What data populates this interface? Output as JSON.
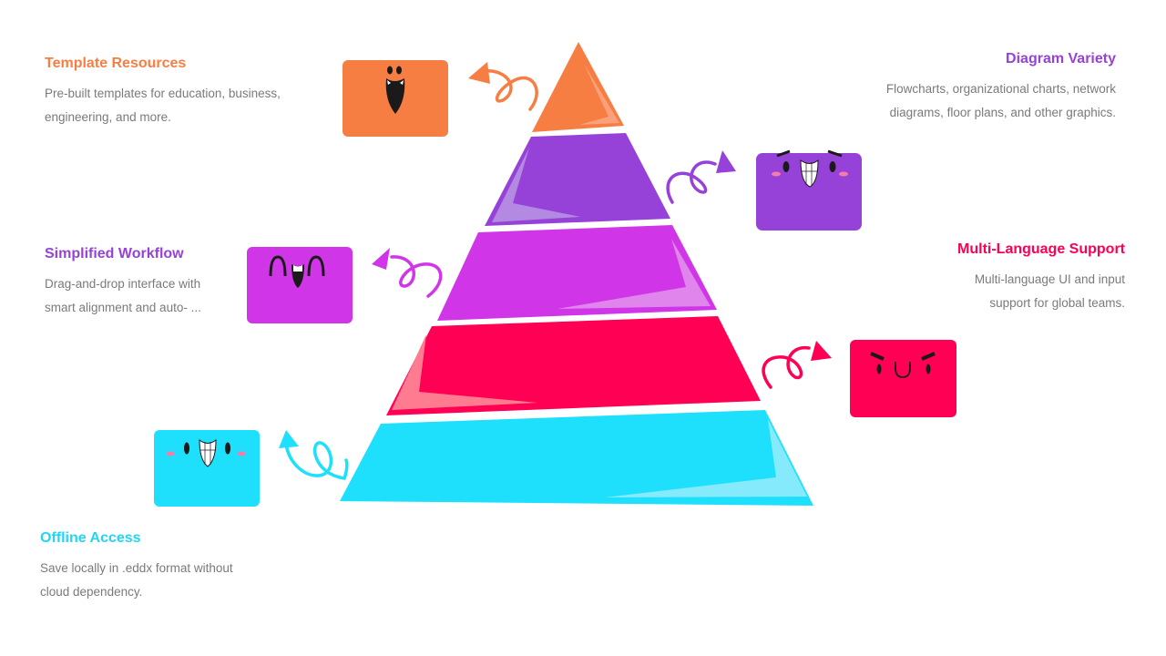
{
  "colors": {
    "orange": "#F77E42",
    "orange_light": "#FAA07A",
    "purple": "#9642D9",
    "purple_light": "#B489E2",
    "magenta": "#D035E8",
    "magenta_light": "#DF85EC",
    "pink": "#FF0054",
    "pink_light": "#FF7B90",
    "cyan": "#1FE0FC",
    "cyan_light": "#86EAFD",
    "text_gray": "#7a7a7a"
  },
  "items": [
    {
      "id": "template-resources",
      "title": "Template Resources",
      "description_lines": [
        "Pre-built templates for education, business,",
        "engineering, and more."
      ],
      "color": "#F77E42",
      "face": "laughing",
      "layer": "top"
    },
    {
      "id": "diagram-variety",
      "title": "Diagram Variety",
      "description_lines": [
        "Flowcharts, organizational charts, network",
        "diagrams, floor plans, and other graphics."
      ],
      "color": "#9642D9",
      "face": "grinning-worried",
      "layer": "second"
    },
    {
      "id": "simplified-workflow",
      "title": "Simplified Workflow",
      "description_lines": [
        "Drag-and-drop interface with",
        "smart alignment and auto- ..."
      ],
      "color": "#D035E8",
      "face": "happy-closed-eyes",
      "layer": "third"
    },
    {
      "id": "multi-language-support",
      "title": "Multi-Language Support",
      "description_lines": [
        "Multi-language UI and input",
        "support for global teams."
      ],
      "color": "#FF0054",
      "face": "angry-smile",
      "layer": "fourth"
    },
    {
      "id": "offline-access",
      "title": "Offline Access",
      "description_lines": [
        "Save locally in .eddx format without",
        "cloud dependency."
      ],
      "color": "#1FE0FC",
      "face": "grinning-blush",
      "layer": "bottom"
    }
  ]
}
